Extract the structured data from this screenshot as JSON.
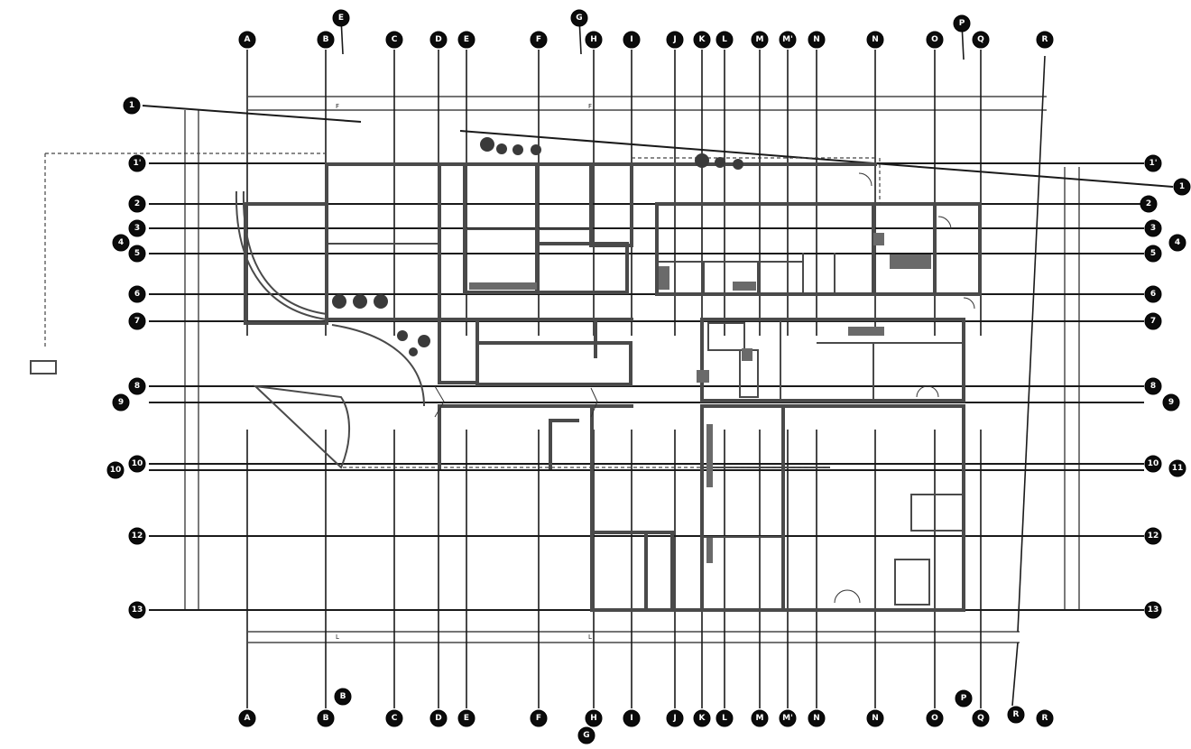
{
  "drawing": {
    "column_grid": [
      "A",
      "B",
      "C",
      "D",
      "E",
      "F",
      "H",
      "I",
      "J",
      "K",
      "L",
      "M",
      "M'",
      "N",
      "N",
      "O",
      "Q",
      "R"
    ],
    "extra_bubbles": {
      "top": [
        "E",
        "G",
        "P"
      ],
      "bottom": [
        "B",
        "G",
        "P",
        "R"
      ]
    },
    "row_grid_left": [
      "1",
      "1'",
      "2",
      "3",
      "4",
      "5",
      "6",
      "7",
      "8",
      "9",
      "10",
      "10",
      "12",
      "13"
    ],
    "row_grid_right": [
      "1",
      "1'",
      "2",
      "3",
      "4",
      "5",
      "6",
      "7",
      "8",
      "9",
      "10",
      "11",
      "12",
      "13"
    ],
    "section_marks": [
      "F",
      "F",
      "L",
      "L"
    ]
  }
}
